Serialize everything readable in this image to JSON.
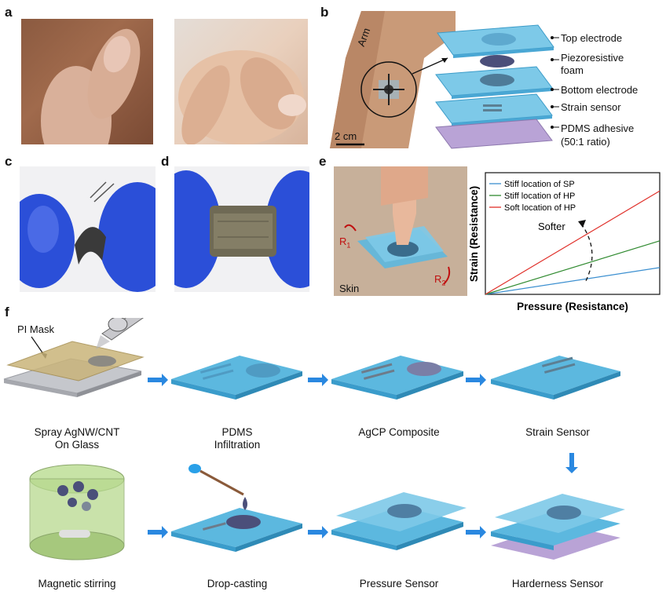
{
  "panels": {
    "a": "a",
    "b": "b",
    "c": "c",
    "d": "d",
    "e": "e",
    "f": "f"
  },
  "panel_b": {
    "arm_label": "Arm",
    "scale_bar": "2 cm",
    "layers": [
      "Top electrode",
      "Piezoresistive",
      "foam",
      "Bottom electrode",
      "Strain sensor",
      "PDMS adhesive",
      "(50:1 ratio)"
    ]
  },
  "panel_e": {
    "skin_label": "Skin",
    "r1": "R",
    "r1_sub": "1",
    "r2": "R",
    "r2_sub": "2"
  },
  "chart_data": {
    "type": "line",
    "xlabel": "Pressure (Resistance)",
    "ylabel": "Strain (Resistance)",
    "annotation": "Softer",
    "series": [
      {
        "name": "Stiff location of SP",
        "color": "#3b8fd0",
        "x": [
          0,
          1
        ],
        "y": [
          0,
          0.22
        ]
      },
      {
        "name": "Stiff location of HP",
        "color": "#2f8a2f",
        "x": [
          0,
          1
        ],
        "y": [
          0,
          0.44
        ]
      },
      {
        "name": "Soft location of HP",
        "color": "#e0302a",
        "x": [
          0,
          1
        ],
        "y": [
          0,
          0.85
        ]
      }
    ],
    "xlim": [
      0,
      1
    ],
    "ylim": [
      0,
      1
    ]
  },
  "panel_f": {
    "pi_mask": "PI Mask",
    "captions_top": [
      "Spray AgNW/CNT",
      "On Glass",
      "PDMS",
      "Infiltration",
      "AgCP Composite",
      "Strain Sensor"
    ],
    "captions_bottom": [
      "Magnetic stirring",
      "Drop-casting",
      "Pressure Sensor",
      "Harderness Sensor"
    ]
  },
  "colors": {
    "layer_blue": "#5cb8df",
    "layer_top": "#7dc9e8",
    "arrow_blue": "#2a88e0",
    "glove_blue": "#2b4fd8",
    "skin": "#c89a7a",
    "pdms_purple": "#b9a3d6"
  }
}
